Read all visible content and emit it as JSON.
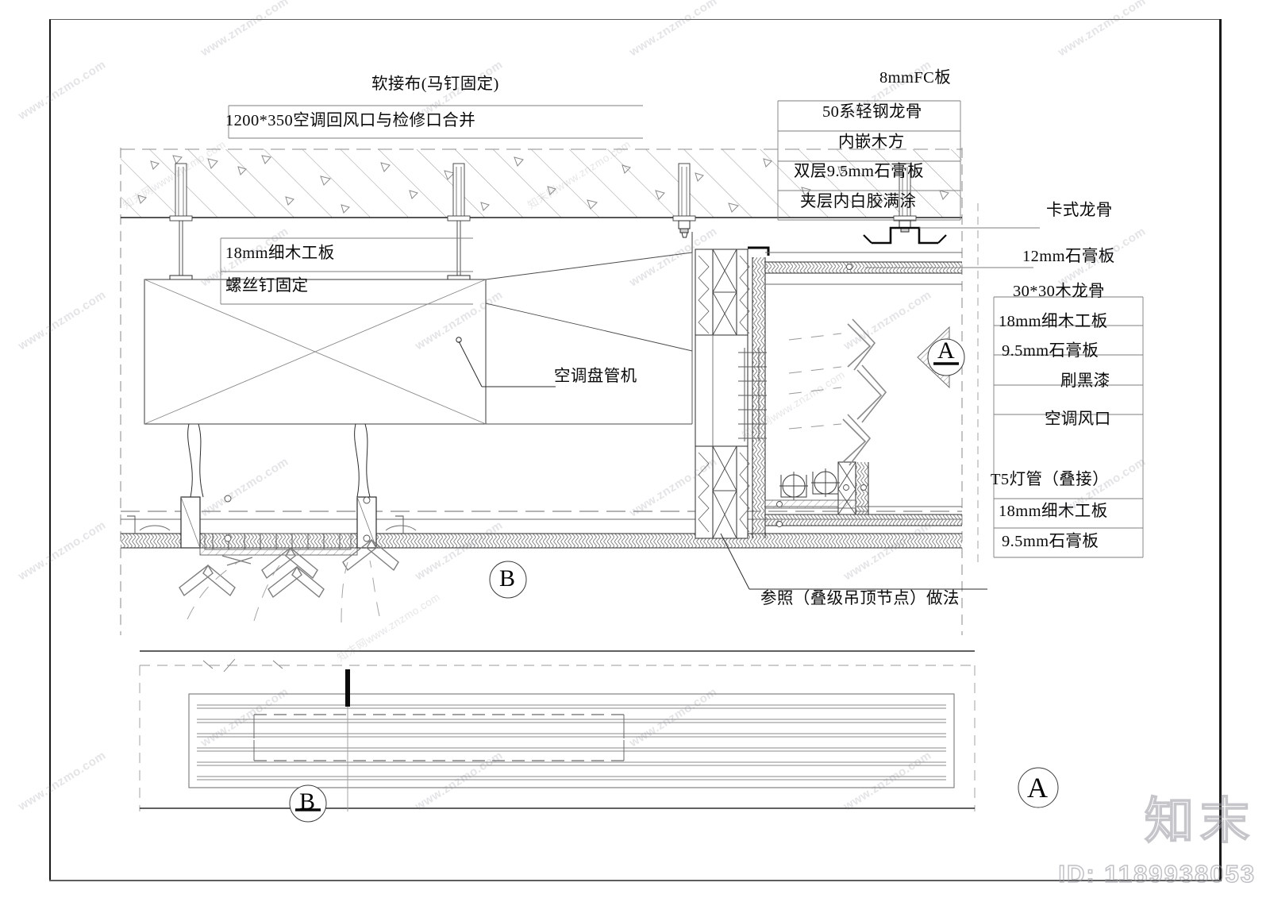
{
  "sheet": {
    "id_watermark": "ID: 1189938053",
    "brand_watermark": "知末",
    "tile_watermark": "www.znzmo.com",
    "tile_watermark_alt": "知末网www.znzmo.com"
  },
  "labels": {
    "top_soft_cloth": "软接布(马钉固定)",
    "top_return_air": "1200*350空调回风口与检修口合并",
    "fc_board": "8mmFC板",
    "light_steel_keel": "50系轻钢龙骨",
    "embedded_wood": "内嵌木方",
    "double_gypsum": "双层9.5mm石膏板",
    "white_glue": "夹层内白胶满涂",
    "blockboard_18_left": "18mm细木工板",
    "screw_fixed": "螺丝钉固定",
    "fan_coil_unit": "空调盘管机",
    "clip_keel": "卡式龙骨",
    "gypsum_12": "12mm石膏板",
    "wood_keel_3030": "30*30木龙骨",
    "blockboard_18_right": "18mm细木工板",
    "gypsum_95_right": "9.5mm石膏板",
    "black_paint": "刷黑漆",
    "air_outlet": "空调风口",
    "t5_lamp": "T5灯管（叠接）",
    "blockboard_18_bottom": "18mm细木工板",
    "gypsum_95_bottom": "9.5mm石膏板",
    "reference_note": "参照（叠级吊顶节点）做法"
  },
  "markers": {
    "section_b_detail": "B",
    "section_a_detail": "A",
    "plan_tag_a": "A",
    "plan_tag_b": "B"
  }
}
